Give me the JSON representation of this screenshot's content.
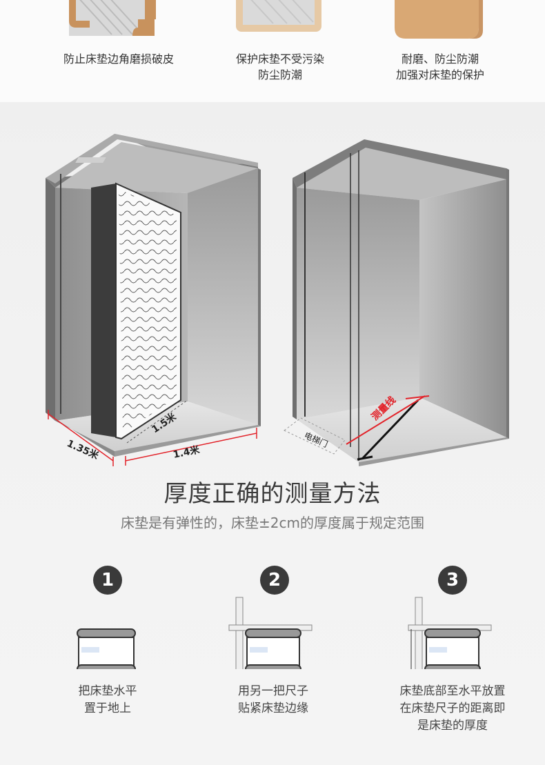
{
  "features": [
    {
      "caption": "防止床垫边角磨损破皮"
    },
    {
      "caption": "保护床垫不受污染\n防尘防潮"
    },
    {
      "caption": "耐磨、防尘防潮\n加强对床垫的保护"
    }
  ],
  "illustration": {
    "dim_width": "1.35米",
    "dim_depth": "1.5米",
    "dim_length": "1.4米",
    "measure_line": "测量线",
    "elevator_door": "电梯门",
    "accent_color": "#e2232a"
  },
  "method": {
    "title": "厚度正确的测量方法",
    "subtitle": "床垫是有弹性的，床垫±2cm的厚度属于规定范围"
  },
  "steps": [
    {
      "number": "1",
      "caption": "把床垫水平\n置于地上"
    },
    {
      "number": "2",
      "caption": "用另一把尺子\n贴紧床垫边缘"
    },
    {
      "number": "3",
      "caption": "床垫底部至水平放置\n在床垫尺子的距离即\n是床垫的厚度"
    }
  ]
}
